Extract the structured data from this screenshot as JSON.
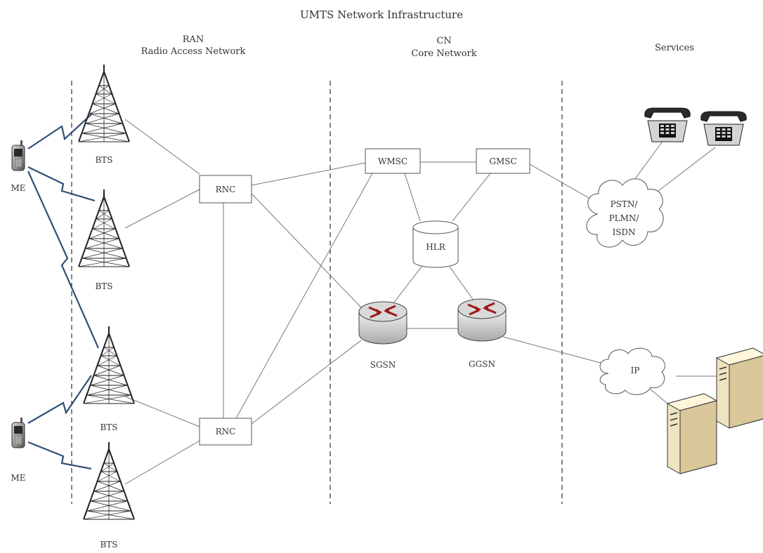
{
  "title": "UMTS Network Infrastructure",
  "sections": {
    "ran": {
      "name": "RAN",
      "full": "Radio Access Network"
    },
    "cn": {
      "name": "CN",
      "full": "Core Network"
    },
    "services": {
      "name": "Services"
    }
  },
  "nodes": {
    "me": "ME",
    "bts": "BTS",
    "rnc": "RNC",
    "wmsc": "WMSC",
    "gmsc": "GMSC",
    "hlr": "HLR",
    "sgsn": "SGSN",
    "ggsn": "GGSN",
    "pstn": [
      "PSTN/",
      "PLMN/",
      "ISDN"
    ],
    "ip": "IP"
  },
  "colors": {
    "radio_link": "#2f4f75",
    "router_arrows": "#9b1b1b",
    "server_body": "#efe3c0"
  }
}
